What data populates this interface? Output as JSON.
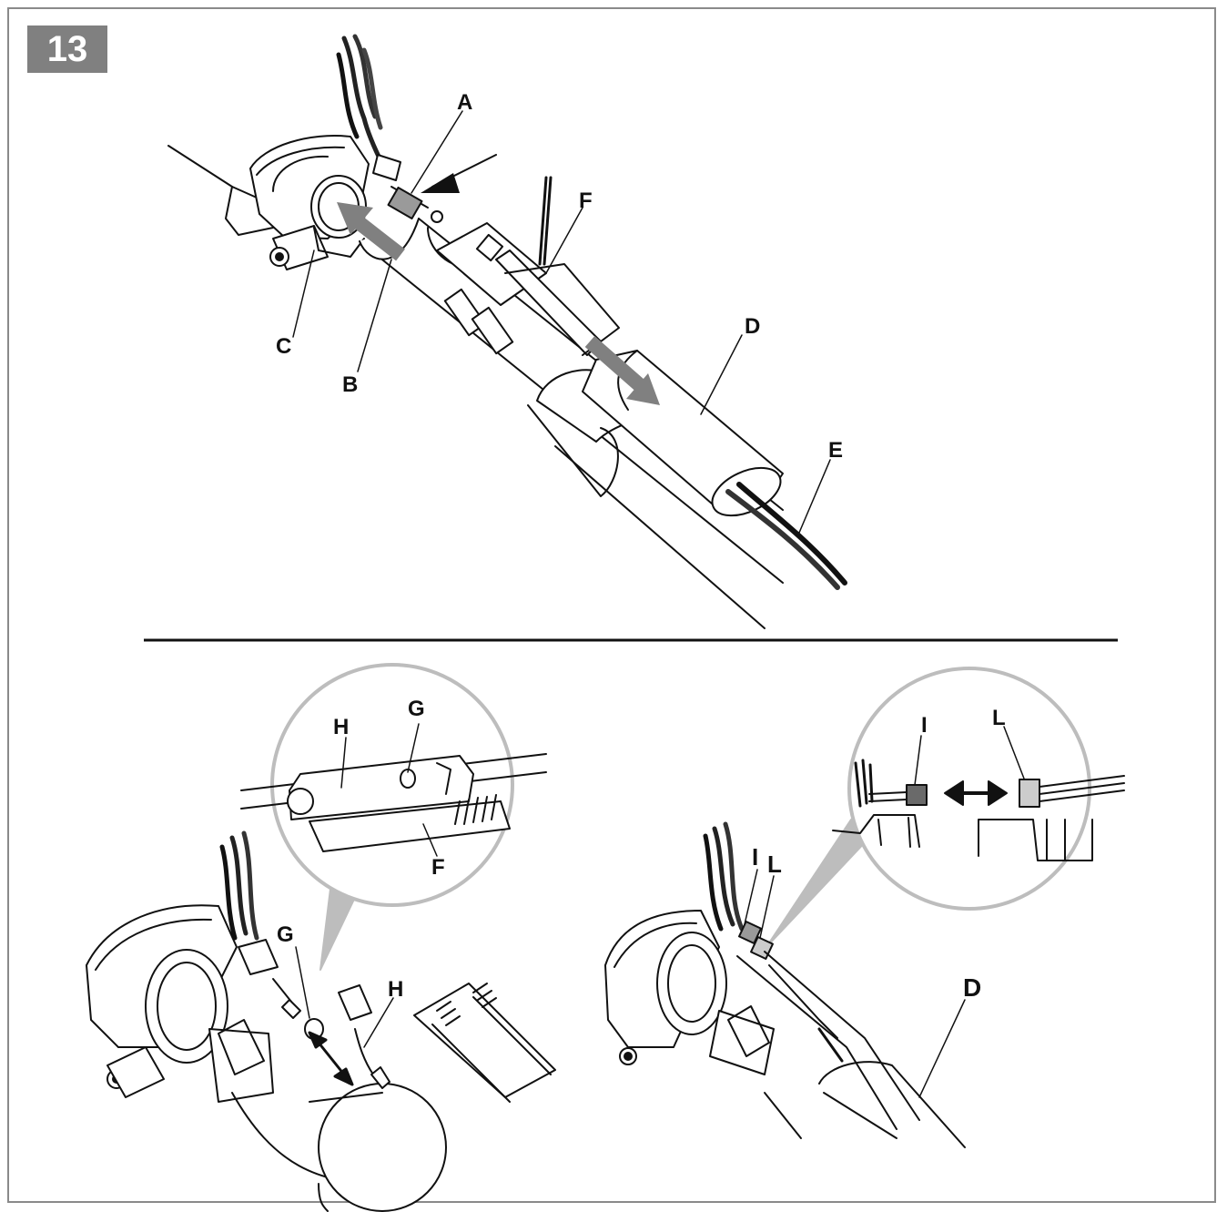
{
  "step_number": "13",
  "colors": {
    "frame": "#8a8a8a",
    "badge": "#808080",
    "arrow": "#808080",
    "line": "#111111",
    "callout": "#bdbdbd"
  },
  "top_panel": {
    "labels": {
      "a": "A",
      "b": "B",
      "c": "C",
      "d": "D",
      "e": "E",
      "f": "F"
    },
    "icons": [
      "push-arrow-icon",
      "slide-arrow-icon",
      "insert-arrow-icon"
    ]
  },
  "bottom_left_panel": {
    "labels": {
      "g": "G",
      "h": "H"
    },
    "zoom_labels": {
      "h": "H",
      "g": "G",
      "f": "F"
    },
    "icons": [
      "double-arrow-icon"
    ]
  },
  "bottom_right_panel": {
    "labels": {
      "i": "I",
      "l": "L",
      "d": "D"
    },
    "zoom_labels": {
      "i": "I",
      "l": "L"
    },
    "icons": [
      "connect-double-arrow-icon"
    ]
  }
}
